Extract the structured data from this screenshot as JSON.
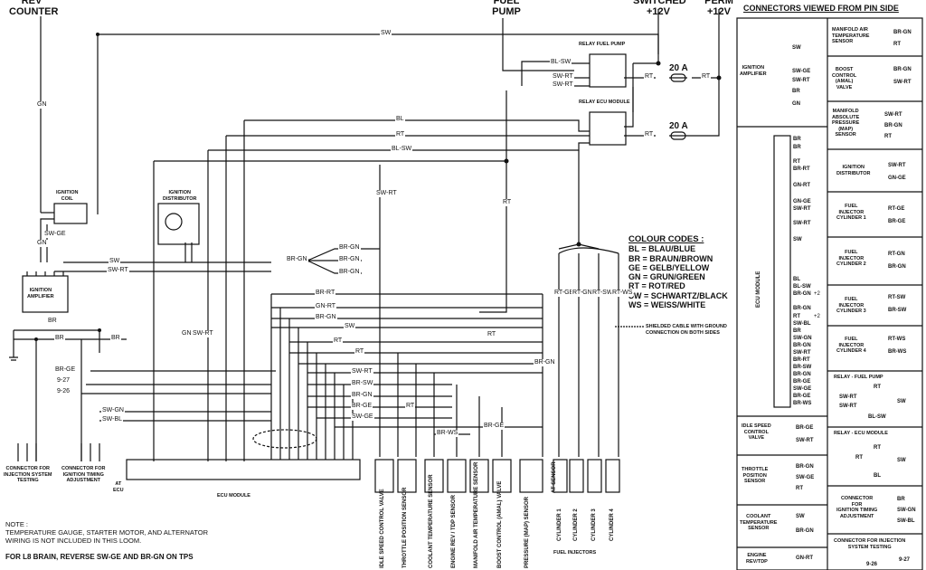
{
  "top_labels": {
    "rev_counter": "REV\nCOUNTER",
    "fuel_pump": "FUEL\nPUMP",
    "switched": "SWITCHED\n+12V",
    "perm": "PERM\n+12V"
  },
  "panel_title": "CONNECTORS VIEWED FROM PIN SIDE",
  "relays": {
    "fuel_pump_title": "RELAY FUEL PUMP",
    "ecu_title": "RELAY ECU MODULE",
    "fuse1": "20 A",
    "fuse2": "20 A"
  },
  "components": {
    "ignition_coil": "IGNITION\nCOIL",
    "ignition_distributor": "IGNITION\nDISTRIBUTOR",
    "ignition_amplifier": "IGNITION\nAMPLIFIER",
    "ecu_module": "ECU MODULE",
    "at_ecu": "AT\nECU",
    "at_sensor": "AT SENSOR",
    "fuel_injectors": "FUEL INJECTORS",
    "connector_testing": "CONNECTOR FOR\nINJECTION SYSTEM\nTESTING",
    "connector_timing": "CONNECTOR FOR\nIGNITION TIMING\nADJUSTMENT"
  },
  "bottom_components": [
    "IDLE SPEED CONTROL VALVE",
    "THROTTLE POSITION SENSOR",
    "COOLANT TEMPERATURE SENSOR",
    "ENGINE REV / TDP SENSOR",
    "MANIFOLD AIR TEMPERATURE SENSOR",
    "BOOST CONTROL (AMAL) VALVE",
    "PRESSURE (MAP) SENSOR",
    "CYLINDER 1",
    "CYLINDER 2",
    "CYLINDER 3",
    "CYLINDER 4"
  ],
  "colour_codes": {
    "title": "COLOUR CODES :",
    "items": [
      "BL = BLAU/BLUE",
      "BR = BRAUN/BROWN",
      "GE = GELB/YELLOW",
      "GN = GRUN/GREEN",
      "RT = ROT/RED",
      "SW = SCHWARTZ/BLACK",
      "WS = WEISS/WHITE"
    ],
    "shield_note": "SHIELDED CABLE WITH GROUND\nCONNECTION ON BOTH SIDES"
  },
  "wire_labels": [
    "SW",
    "GN",
    "BL-SW",
    "SW-RT",
    "SW-RT",
    "RT",
    "RT",
    "RT",
    "BL",
    "RT",
    "BL-SW",
    "SW-RT",
    "GN",
    "SW-GE",
    "SW",
    "SW-RT",
    "BR",
    "BR",
    "BR",
    "BR-GE",
    "9-27",
    "9-26",
    "SW-GN",
    "SW-BL",
    "BR-GN",
    "BR-GN",
    "BR-GN",
    "BR-GN",
    "BR-RT",
    "GN-RT",
    "BR-GN",
    "SW",
    "RT",
    "RT",
    "BR-GN",
    "SW-RT",
    "BR-SW",
    "BR-GN",
    "BR-GE",
    "SW-GE",
    "BR-WS",
    "BR-GE",
    "GN-GE",
    "SW-RT",
    "RT",
    "RT",
    "RT-GE",
    "RT-GN",
    "RT-SW",
    "RT-WS",
    "RT"
  ],
  "notes": {
    "note1": "NOTE :\nTEMPERATURE GAUGE, STARTER MOTOR, AND ALTERNATOR\nWIRING IS NOT INCLUDED IN THIS LOOM.",
    "note2": "FOR L8 BRAIN, REVERSE SW-GE AND BR-GN ON TPS"
  },
  "right_panel": {
    "ignition_amplifier": {
      "label": "IGNITION\nAMPLIFIER",
      "pins": [
        "SW",
        "SW-GE",
        "SW-RT",
        "BR",
        "GN"
      ]
    },
    "ecu_module_label": "ECU MODULE",
    "ecu_pins": [
      "BR",
      "BR",
      "RT",
      "BR-RT",
      "GN-RT",
      "GN-GE",
      "SW-RT",
      "SW-RT",
      "SW",
      "BL",
      "BL-SW",
      "BR-GN",
      "BR-GN",
      "RT",
      "SW-BL",
      "BR",
      "SW-GN",
      "BR-GN",
      "SW-RT",
      "BR-RT",
      "BR-SW",
      "BR-GN",
      "BR-GE",
      "SW-GE",
      "BR-GE",
      "BR-WS"
    ],
    "ecu_side_marks": [
      "+2",
      "+2"
    ],
    "idle_speed": {
      "label": "IDLE SPEED\nCONTROL\nVALVE",
      "pins": [
        "BR-GE",
        "SW-RT"
      ]
    },
    "throttle": {
      "label": "THROTTLE\nPOSITION\nSENSOR",
      "pins": [
        "BR-GN",
        "SW-GE",
        "RT"
      ]
    },
    "coolant": {
      "label": "COOLANT\nTEMPERATURE\nSENSOR",
      "pins": [
        "SW",
        "BR-GN"
      ]
    },
    "engine_rev": {
      "label": "ENGINE\nREV/TDP",
      "pins": [
        "GN-RT"
      ]
    },
    "manifold_air": {
      "label": "MANIFOLD AIR\nTEMPERATURE\nSENSOR",
      "pins": [
        "BR-GN",
        "RT"
      ]
    },
    "boost": {
      "label": "BOOST\nCONTROL\n(AMAL)\nVALVE",
      "pins": [
        "BR-GN",
        "SW-RT"
      ]
    },
    "map": {
      "label": "MANIFOLD\nABSOLUTE\nPRESSURE\n(MAP)\nSENSOR",
      "pins": [
        "SW-RT",
        "BR-GN",
        "RT"
      ]
    },
    "ign_dist": {
      "label": "IGNITION\nDISTRIBUTOR",
      "pins": [
        "SW-RT",
        "GN-GE"
      ]
    },
    "inj1": {
      "label": "FUEL\nINJECTOR\nCYLINDER 1",
      "pins": [
        "RT-GE",
        "BR-GE"
      ]
    },
    "inj2": {
      "label": "FUEL\nINJECTOR\nCYLINDER 2",
      "pins": [
        "RT-GN",
        "BR-GN"
      ]
    },
    "inj3": {
      "label": "FUEL\nINJECTOR\nCYLINDER 3",
      "pins": [
        "RT-SW",
        "BR-SW"
      ]
    },
    "inj4": {
      "label": "FUEL\nINJECTOR\nCYLINDER 4",
      "pins": [
        "RT-WS",
        "BR-WS"
      ]
    },
    "relay_fp": {
      "label": "RELAY - FUEL PUMP",
      "pins": [
        "RT",
        "SW-RT",
        "SW-RT",
        "SW",
        "BL-SW"
      ]
    },
    "relay_ecu": {
      "label": "RELAY - ECU MODULE",
      "pins": [
        "RT",
        "RT",
        "SW",
        "BL"
      ]
    },
    "conn_timing": {
      "label": "CONNECTOR\nFOR\nIGNITION TIMING\nADJUSTMENT",
      "pins": [
        "BR",
        "SW-GN",
        "SW-BL"
      ]
    },
    "conn_testing": {
      "label": "CONNECTOR FOR INJECTION\nSYSTEM TESTING",
      "pins": [
        "9-27",
        "9-26"
      ]
    }
  }
}
